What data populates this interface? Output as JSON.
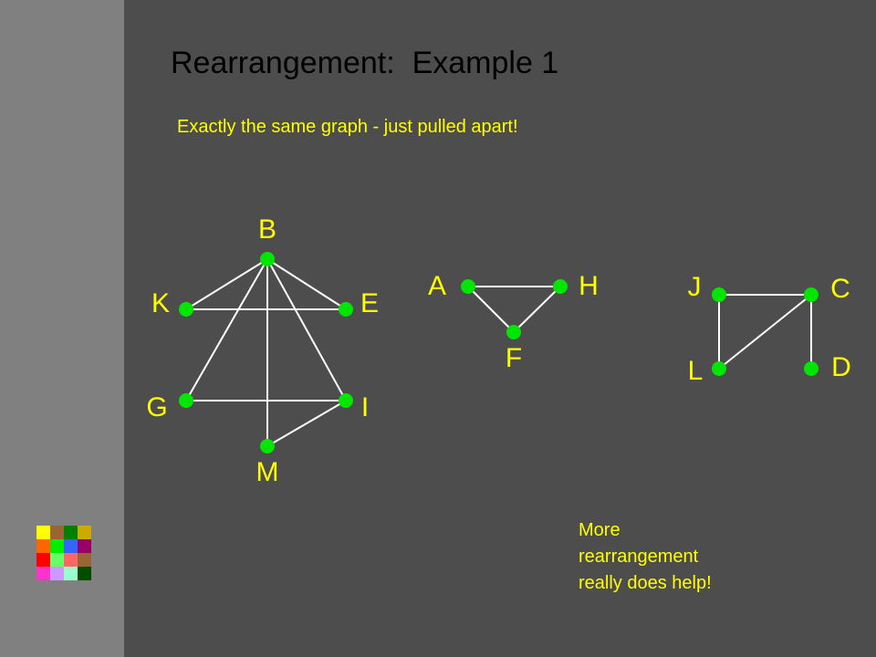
{
  "slide": {
    "title": "Rearrangement:  Example 1",
    "subtitle": "Exactly the same graph - just pulled apart!",
    "note_lines": [
      "More",
      "rearrangement",
      "really does help!"
    ]
  },
  "palette": [
    "#ffff00",
    "#996633",
    "#008000",
    "#ccaa00",
    "#ff6600",
    "#00ee00",
    "#3366ff",
    "#990066",
    "#ff0000",
    "#66ff66",
    "#ff6666",
    "#996633",
    "#ff33cc",
    "#cc99ff",
    "#99ffcc",
    "#004d00"
  ],
  "colors": {
    "background": "#4d4d4d",
    "sidebar": "#808080",
    "node": "#00e600",
    "edge": "#ffffff",
    "label": "#ffff00",
    "title": "#000000"
  },
  "graph": {
    "nodes": [
      "B",
      "K",
      "E",
      "G",
      "I",
      "M",
      "A",
      "H",
      "F",
      "J",
      "C",
      "L",
      "D"
    ],
    "edges": [
      [
        "B",
        "K"
      ],
      [
        "B",
        "E"
      ],
      [
        "K",
        "E"
      ],
      [
        "B",
        "G"
      ],
      [
        "B",
        "M"
      ],
      [
        "B",
        "I"
      ],
      [
        "G",
        "I"
      ],
      [
        "M",
        "I"
      ],
      [
        "A",
        "H"
      ],
      [
        "A",
        "F"
      ],
      [
        "H",
        "F"
      ],
      [
        "J",
        "C"
      ],
      [
        "J",
        "L"
      ],
      [
        "L",
        "C"
      ],
      [
        "C",
        "D"
      ]
    ]
  }
}
